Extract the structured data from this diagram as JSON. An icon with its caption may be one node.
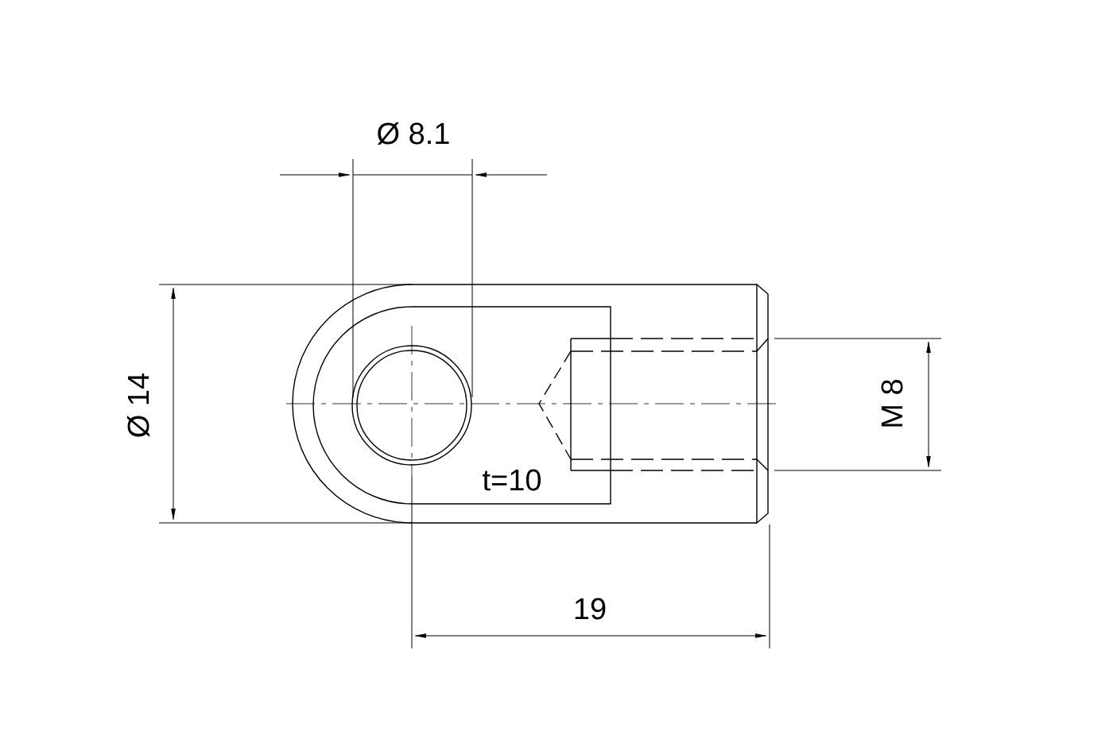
{
  "diagram": {
    "labels": [
      "Ø 8.1",
      "Ø 14",
      "M 8",
      "t=10",
      "19"
    ]
  }
}
